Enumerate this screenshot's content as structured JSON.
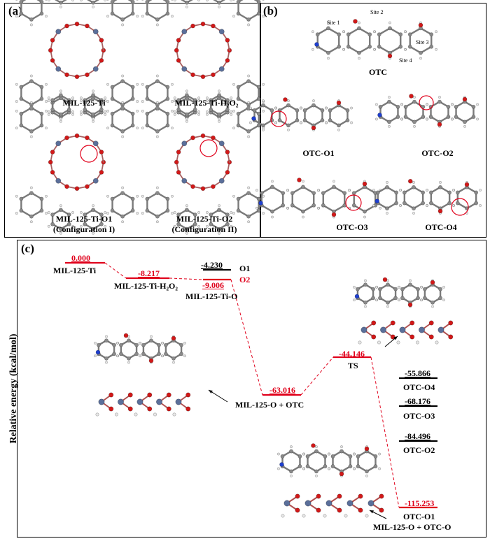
{
  "panels": {
    "a": {
      "label": "(a)",
      "captions": {
        "tl": "MIL-125-Ti",
        "tr": "MIL-125-Ti-H₂O₂",
        "bl_line1": "MIL-125-Ti-O1",
        "bl_line2": "(Configuration I)",
        "br_line1": "MIL-125-Ti-O2",
        "br_line2": "(Configuration II)"
      }
    },
    "b": {
      "label": "(b)",
      "sites": [
        "Site 1",
        "Site 2",
        "Site 3",
        "Site 4"
      ],
      "captions": {
        "otc": "OTC",
        "o1": "OTC-O1",
        "o2": "OTC-O2",
        "o3": "OTC-O3",
        "o4": "OTC-O4"
      }
    },
    "c": {
      "label": "(c)",
      "y_axis": "Relative energy (kcal/mol)",
      "levels": {
        "mil": {
          "energy": "0.000",
          "name": "MIL-125-Ti"
        },
        "h2o2": {
          "energy": "-8.217",
          "name": "MIL-125-Ti-H₂O₂"
        },
        "o1": {
          "energy": "-4.230",
          "name": "O1"
        },
        "o2": {
          "energy": "-9.006",
          "name": "O2",
          "sub": "MIL-125-Ti-O"
        },
        "miloc": {
          "energy": "-63.016",
          "name": "MIL-125-O + OTC"
        },
        "ts": {
          "energy": "-44.146",
          "name": "TS"
        },
        "otco4": {
          "energy": "-55.866",
          "name": "OTC-O4"
        },
        "otco3": {
          "energy": "-68.176",
          "name": "OTC-O3"
        },
        "otco2": {
          "energy": "-84.496",
          "name": "OTC-O2"
        },
        "otco1": {
          "energy": "-115.253",
          "name": "OTC-O1",
          "sub": "MIL-125-O + OTC-O"
        }
      }
    }
  },
  "colors": {
    "red": "#e0001b",
    "ti": "#5b6f9a",
    "oxygen": "#d21818",
    "carbon": "#8a8a8a",
    "nitrogen": "#1e3fd0",
    "hydrogen": "#e8e8e8"
  }
}
